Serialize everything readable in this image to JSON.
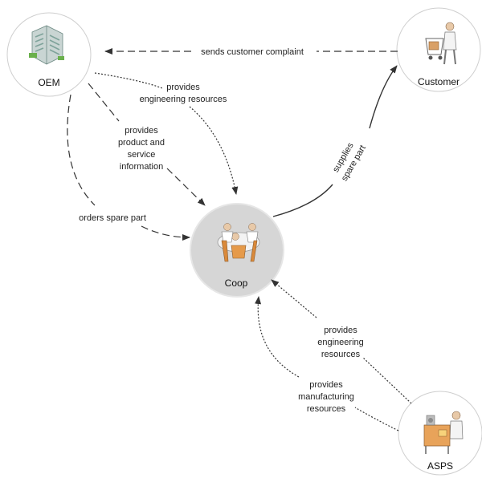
{
  "nodes": {
    "oem": {
      "label": "OEM",
      "icon": "office-building-icon"
    },
    "customer": {
      "label": "Customer",
      "icon": "shopper-with-cart-icon"
    },
    "coop": {
      "label": "Coop",
      "icon": "meeting-table-icon"
    },
    "asps": {
      "label": "ASPS",
      "icon": "factory-worker-icon"
    }
  },
  "edges": {
    "complaint": {
      "lines": [
        "sends customer complaint"
      ],
      "from": "Customer",
      "to": "OEM",
      "style": "dashed"
    },
    "oem_engineering": {
      "lines": [
        "provides",
        "engineering resources"
      ],
      "from": "OEM",
      "to": "Coop",
      "style": "dotted"
    },
    "product_info": {
      "lines": [
        "provides",
        "product and",
        "service",
        "information"
      ],
      "from": "OEM",
      "to": "Coop",
      "style": "dashed"
    },
    "order": {
      "lines": [
        "orders spare part"
      ],
      "from": "OEM",
      "to": "Coop",
      "style": "dashed"
    },
    "supply": {
      "lines": [
        "supplies",
        "spare part"
      ],
      "from": "Coop",
      "to": "Customer",
      "style": "solid"
    },
    "asps_engineering": {
      "lines": [
        "provides",
        "engineering",
        "resources"
      ],
      "from": "ASPS",
      "to": "Coop",
      "style": "dotted"
    },
    "asps_manufacturing": {
      "lines": [
        "provides",
        "manufacturing",
        "resources"
      ],
      "from": "ASPS",
      "to": "Coop",
      "style": "dotted"
    }
  },
  "colors": {
    "node_fill": "#ffffff",
    "node_stroke": "#cccccc",
    "hub_fill": "#d6d6d6",
    "edge": "#333333"
  }
}
